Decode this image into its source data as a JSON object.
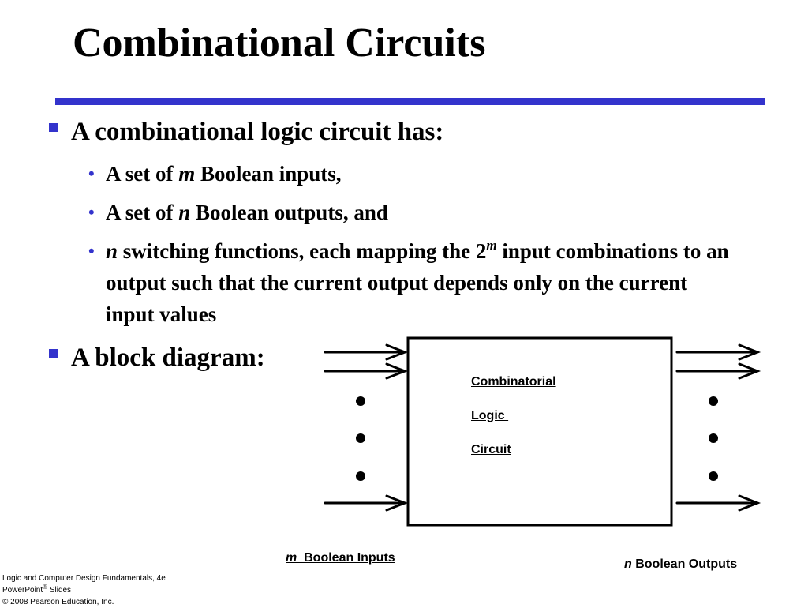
{
  "slide": {
    "title": "Combinational Circuits",
    "accent_color": "#3333cc"
  },
  "bullets": {
    "first": "A combinational logic circuit has:",
    "sub1": {
      "pre": "A set of ",
      "var": "m",
      "post": " Boolean inputs,"
    },
    "sub2": {
      "pre": "A set of ",
      "var": "n",
      "post": " Boolean outputs, and"
    },
    "sub3": {
      "var": "n",
      "pre": " switching functions, each mapping the 2",
      "sup": "m",
      "post": " input combinations to an output such that the current output depends only on the current input values"
    },
    "second": "A block diagram:"
  },
  "diagram": {
    "box_lines": [
      "Combinatorial",
      "Logic ",
      "Circuit"
    ],
    "inputs_caption": {
      "var": "m",
      "text": "  Boolean Inputs"
    },
    "outputs_caption": {
      "var": "n",
      "text": " Boolean Outputs"
    }
  },
  "footer": {
    "line1": "Logic and Computer Design Fundamentals, 4e",
    "line2_pre": "PowerPoint",
    "line2_sup": "®",
    "line2_post": " Slides",
    "line3": "© 2008 Pearson Education, Inc."
  }
}
